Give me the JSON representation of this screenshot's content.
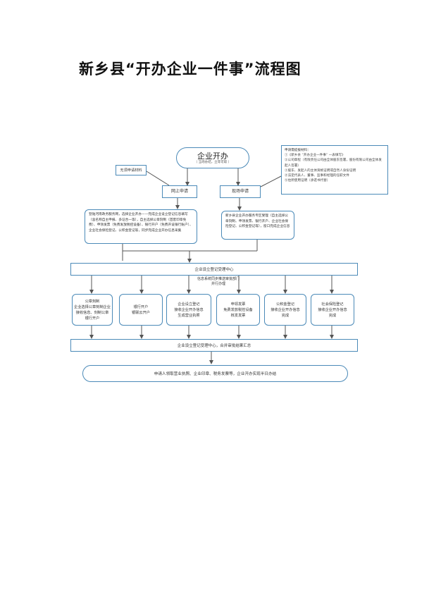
{
  "title": "新乡县“开办企业一件事”流程图",
  "start": {
    "title": "企业开办",
    "subtitle": "（ 当场办结，立等可取 ）"
  },
  "no_material": "无须申请材料",
  "materials": {
    "heading": "申请需提报材料：",
    "items": [
      "①《新乡县 “开办企业一件事” 一表填写》",
      "②公司章程（有限责任公司由全体股东签署，股份有限公司由全体发起人签署）",
      "③股东、发起人的主体资格证明或自然人身份证明",
      "④法定代表人、董事、监事和经理的任职文件",
      "⑤住所使用证明（承诺书代替）"
    ]
  },
  "online": {
    "label": "网上申请",
    "desc": "登陆河南政务服务网，选择企业开办——完成企业设立登记信息填写（含名称自主申报、多证合一等），自主选择公章刻制（首套印章免费）、申领发票（免费发放税控设备）、银行开户（免费开设银行账户）、企业社会保险登记、公积金登记等，同步完成企业开办信息采集"
  },
  "onsite": {
    "label": "现场申请",
    "desc": "新乡县企业开办服务专区受理（自主选择公章刻制、申领发票、银行开户、企业社会保险登记、公积金登记等），窗口完成企业信息"
  },
  "center1": "企业设立登记受理中心",
  "sync_note": "信息系统同步推送审批部门并行办理",
  "parallel": [
    {
      "lines": [
        "公章刻制",
        "企业选择公章刻制企业",
        "接收信息、刻制公章",
        "银行开户"
      ]
    },
    {
      "lines": [
        "银行开户",
        "银联云开户"
      ]
    },
    {
      "lines": [
        "企业设立登记",
        "接收企业开办信息",
        "生成营业执照"
      ]
    },
    {
      "lines": [
        "申领发票",
        "免费发放税控设备",
        "核发发票"
      ]
    },
    {
      "lines": [
        "公积金登记",
        "接收企业开办信息",
        "完成"
      ]
    },
    {
      "lines": [
        "社会保险登记",
        "接收企业开办信息",
        "完成"
      ]
    }
  ],
  "center2": "企业设立登记受理中心，合并审批结果汇总",
  "final": "申请人领取营业执照、企业印章、税务发票等，企业开办实现半日办结",
  "colors": {
    "border": "#4b8ab8",
    "line": "#555555"
  }
}
